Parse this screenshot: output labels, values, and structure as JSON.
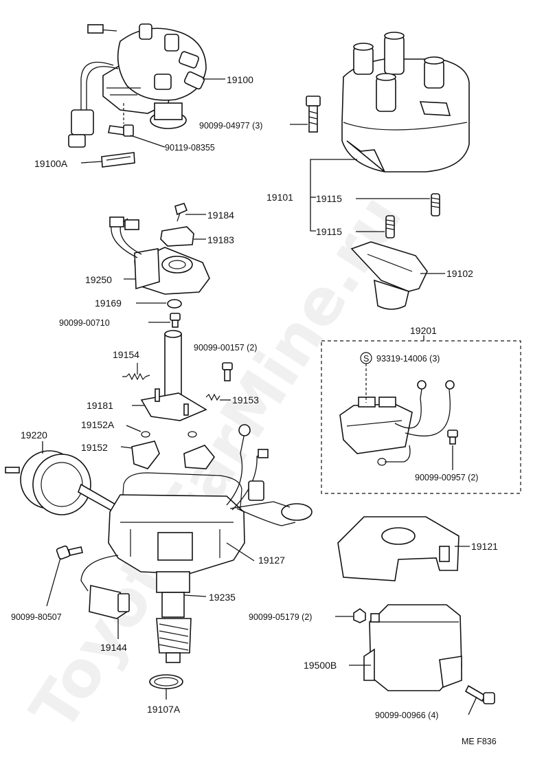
{
  "watermark": "ToyotaFarMine.ru",
  "footer": {
    "code": "ME F836"
  },
  "labels": {
    "p19100": "19100",
    "p90099_04977": "90099-04977 (3)",
    "p90119_08355": "90119-08355",
    "p19100A": "19100A",
    "p19101": "19101",
    "p19115a": "19115",
    "p19115b": "19115",
    "p19184": "19184",
    "p19183": "19183",
    "p19250": "19250",
    "p19102": "19102",
    "p19169": "19169",
    "p90099_00710": "90099-00710",
    "p19201": "19201",
    "p90099_00157": "90099-00157 (2)",
    "p19154": "19154",
    "p93319_14006": "93319-14006 (3)",
    "p19181": "19181",
    "p19153": "19153",
    "p19152A": "19152A",
    "p19220": "19220",
    "p19152": "19152",
    "p90099_00957": "90099-00957 (2)",
    "p19121": "19121",
    "p19127": "19127",
    "p90099_80507": "90099-80507",
    "p19235": "19235",
    "p90099_05179": "90099-05179 (2)",
    "p19144": "19144",
    "p19500B": "19500B",
    "p90099_00966": "90099-00966 (4)",
    "p19107A": "19107A",
    "s_mark": "S"
  }
}
